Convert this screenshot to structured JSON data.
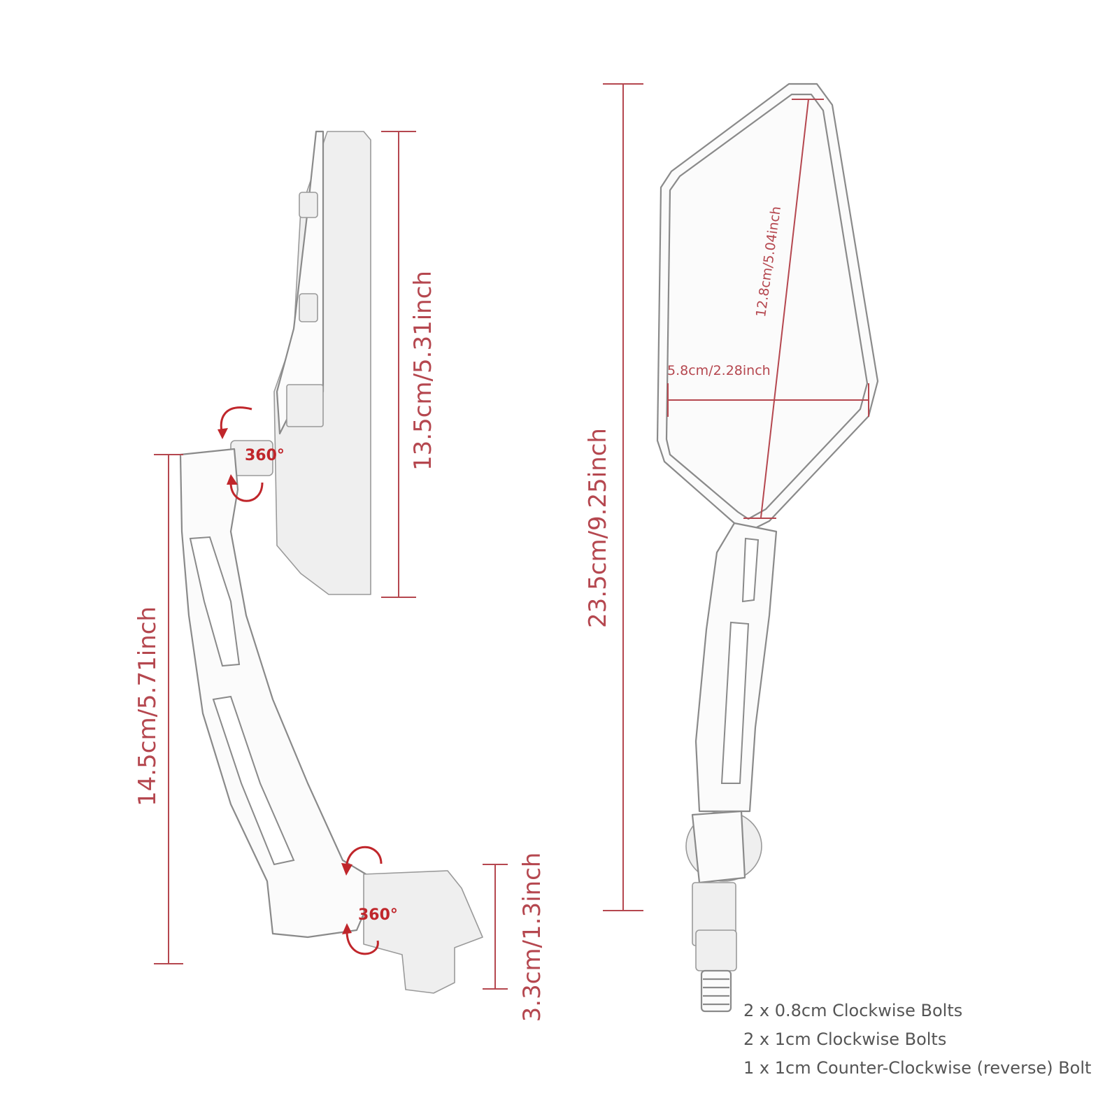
{
  "dimensions": {
    "mirror_height": "13.5cm/5.31inch",
    "arm_length": "14.5cm/5.71inch",
    "base_height": "3.3cm/1.3inch",
    "total_length": "23.5cm/9.25inch",
    "glass_diagonal": "12.8cm/5.04inch",
    "glass_width": "5.8cm/2.28inch"
  },
  "rotation": {
    "upper": "360°",
    "lower": "360°"
  },
  "bolts": [
    "2 x 0.8cm Clockwise Bolts",
    "2 x 1cm Clockwise Bolts",
    "1 x 1cm Counter-Clockwise (reverse) Bolt"
  ],
  "colors": {
    "dimension": "#b5474f",
    "rotation_arrow": "#c0262b",
    "outline": "#8a8a8a",
    "note_text": "#555555"
  }
}
